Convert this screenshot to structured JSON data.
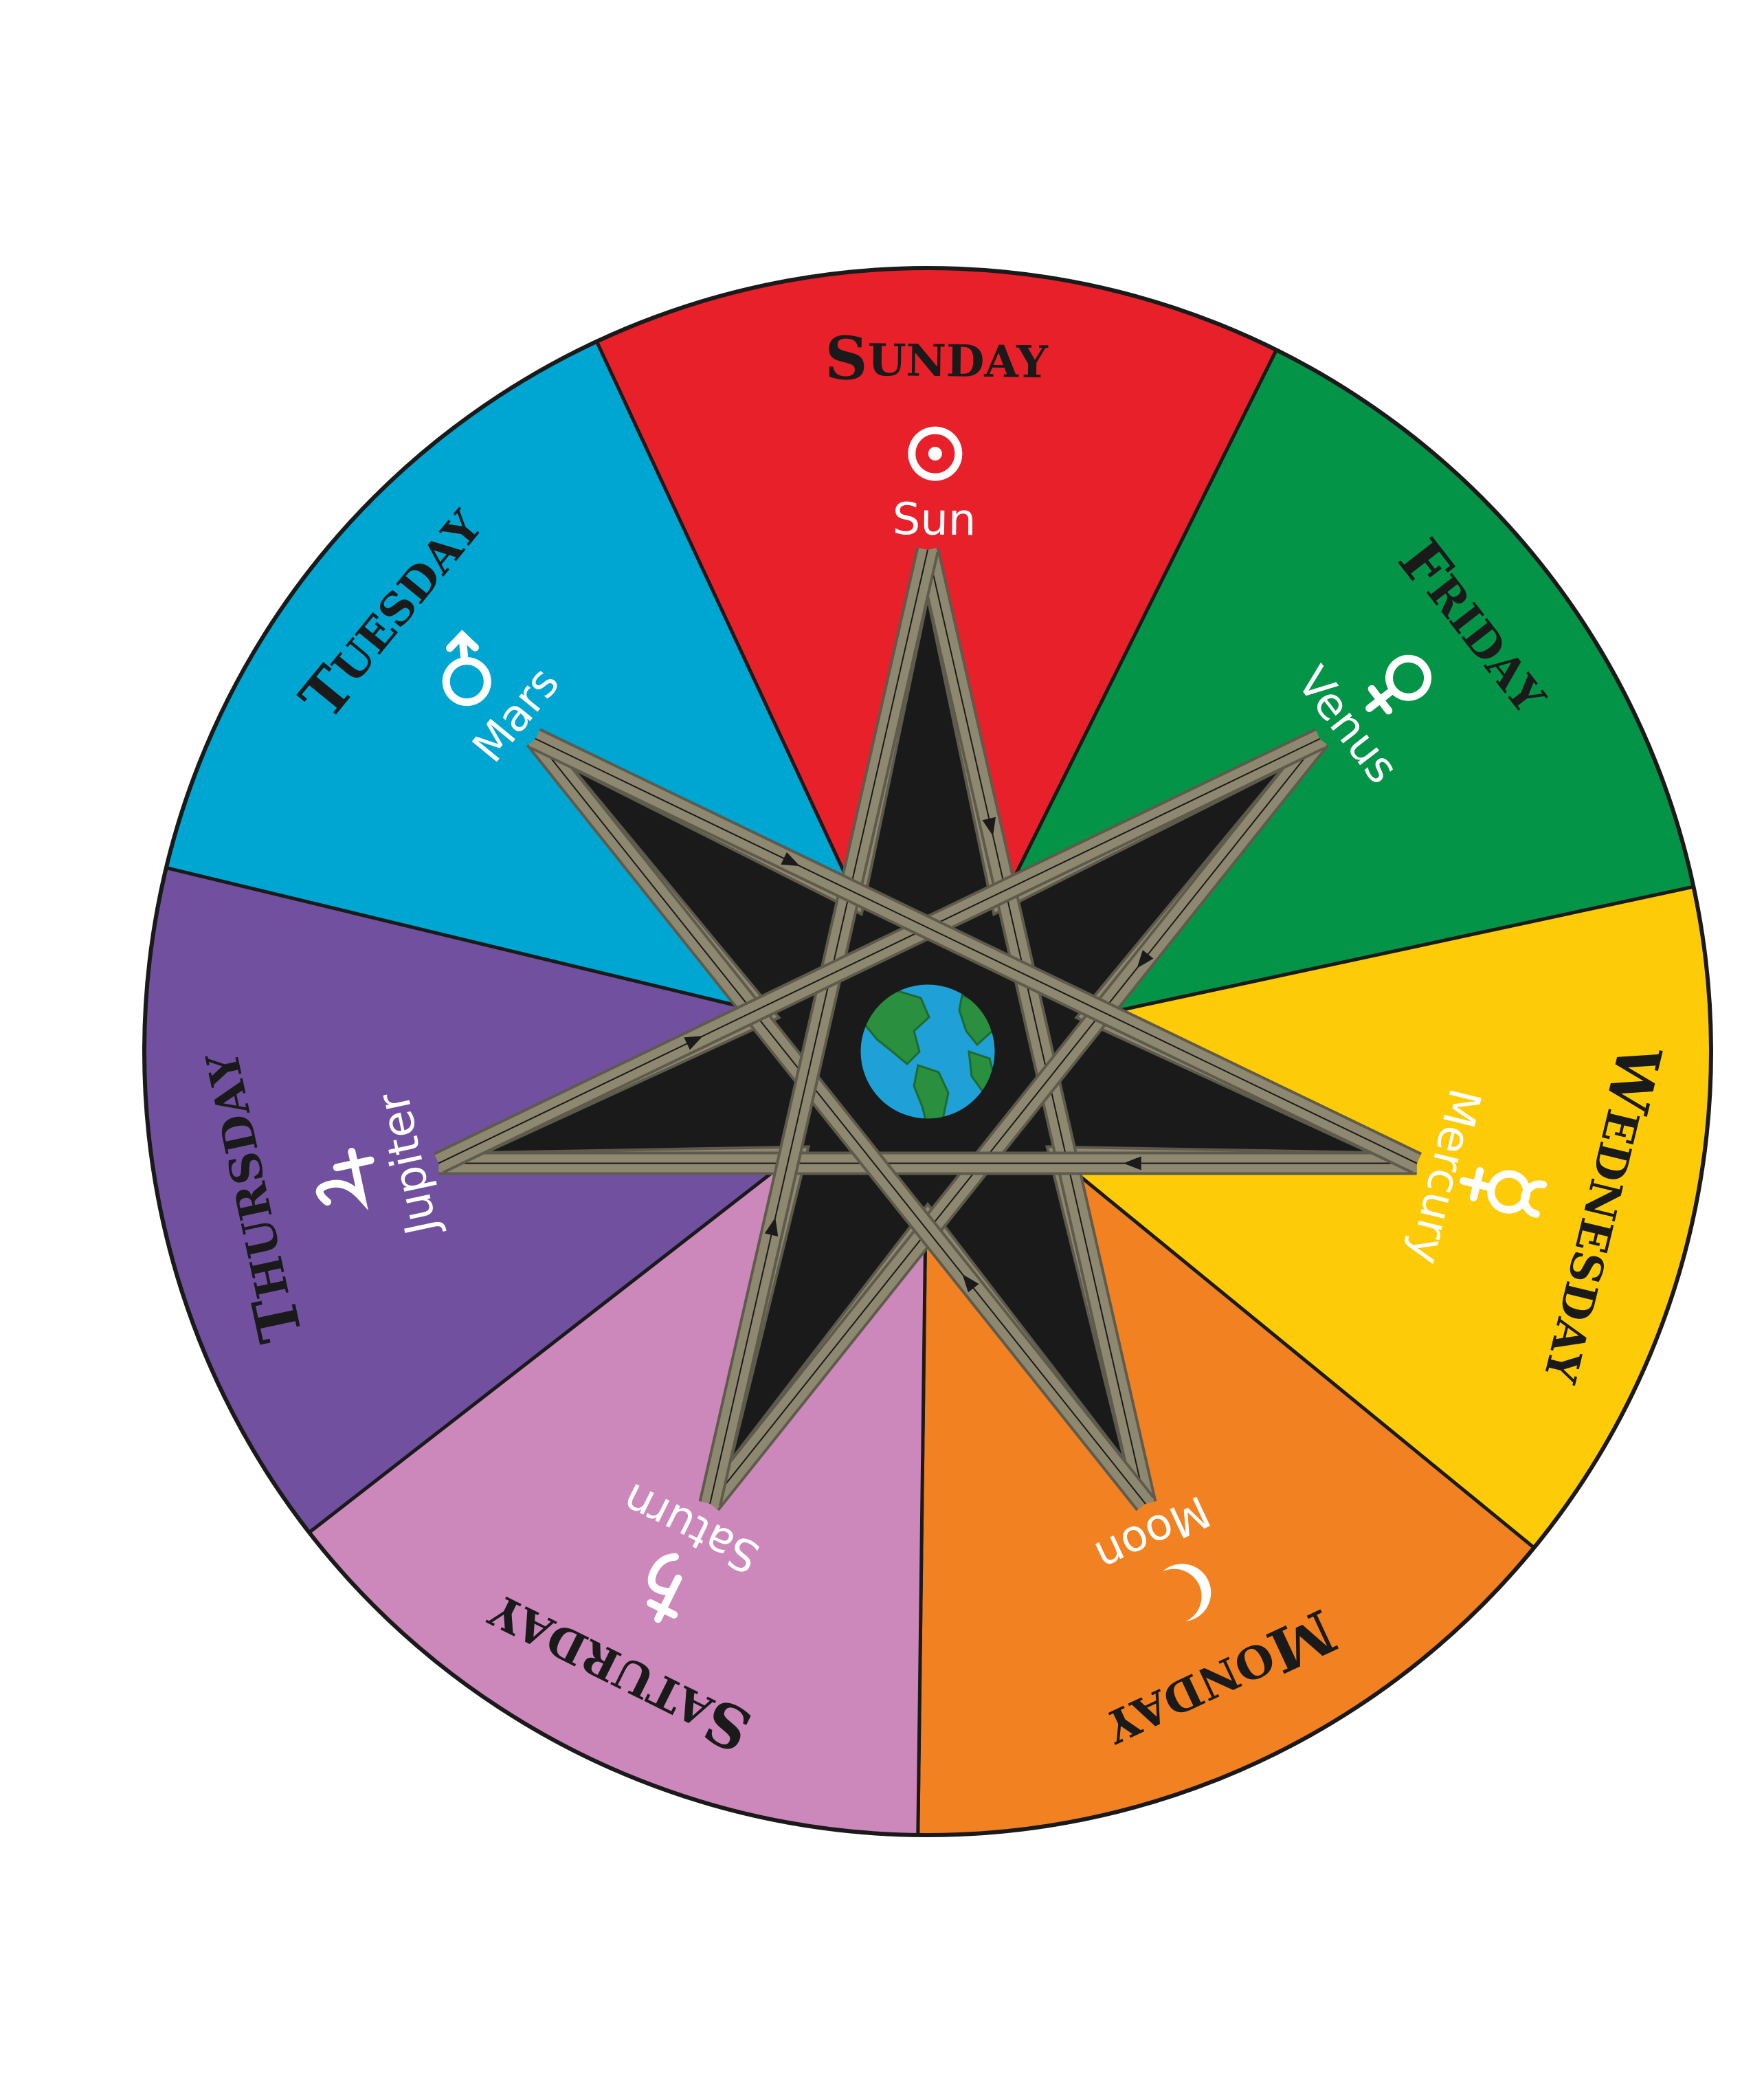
{
  "segments": [
    {
      "id": "sunday",
      "day": "Sunday",
      "planet": "Sun",
      "color": "#e8202a",
      "symbol": "sun"
    },
    {
      "id": "friday",
      "day": "Friday",
      "planet": "Venus",
      "color": "#039447",
      "symbol": "venus"
    },
    {
      "id": "wednesday",
      "day": "Wednesday",
      "planet": "Mercury",
      "color": "#fecb08",
      "symbol": "mercury"
    },
    {
      "id": "monday",
      "day": "Monday",
      "planet": "Moon",
      "color": "#f28121",
      "symbol": "moon"
    },
    {
      "id": "saturday",
      "day": "Saturday",
      "planet": "Saturn",
      "color": "#cc88bb",
      "symbol": "saturn"
    },
    {
      "id": "thursday",
      "day": "Thursday",
      "planet": "Jupiter",
      "color": "#71519f",
      "symbol": "jupiter"
    },
    {
      "id": "tuesday",
      "day": "Tuesday",
      "planet": "Mars",
      "color": "#00a6d2",
      "symbol": "mars"
    }
  ],
  "star": {
    "fill": "#1a1a1a",
    "band_color": "#8f8870",
    "band_outline": "#5e5a4c"
  },
  "center": {
    "symbol": "earth-globe",
    "ocean_color": "#1fa0d6",
    "land_color": "#2a8f3f"
  }
}
